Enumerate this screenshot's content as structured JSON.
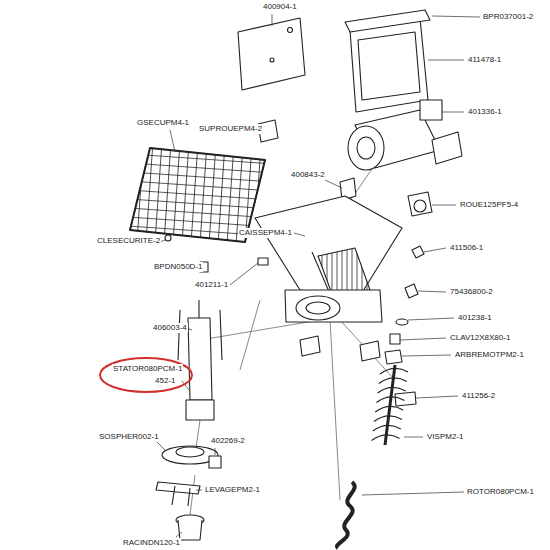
{
  "diagram": {
    "labels": [
      "400904-1",
      "BPR037001-2",
      "411478-1",
      "401336-1",
      "SUPROUEPM4-2",
      "GSECUPM4-1",
      "400843-2",
      "ROUE125PF5-4",
      "CLESECURITE-2",
      "CAISSEPM4-1",
      "411506-1",
      "BPDN050D-1",
      "401211-1",
      "75436800-2",
      "406003-4",
      "401238-1",
      "CLAV12X8X80-1",
      "ARBREMOTPM2-1",
      "STATOR080PCM-1",
      "452-1",
      "411256-2",
      "SOSPHER002-1",
      "402269-2",
      "VISPM2-1",
      "LEVAGEPM2-1",
      "ROTOR080PCM-1",
      "RACINDN120-1"
    ]
  }
}
